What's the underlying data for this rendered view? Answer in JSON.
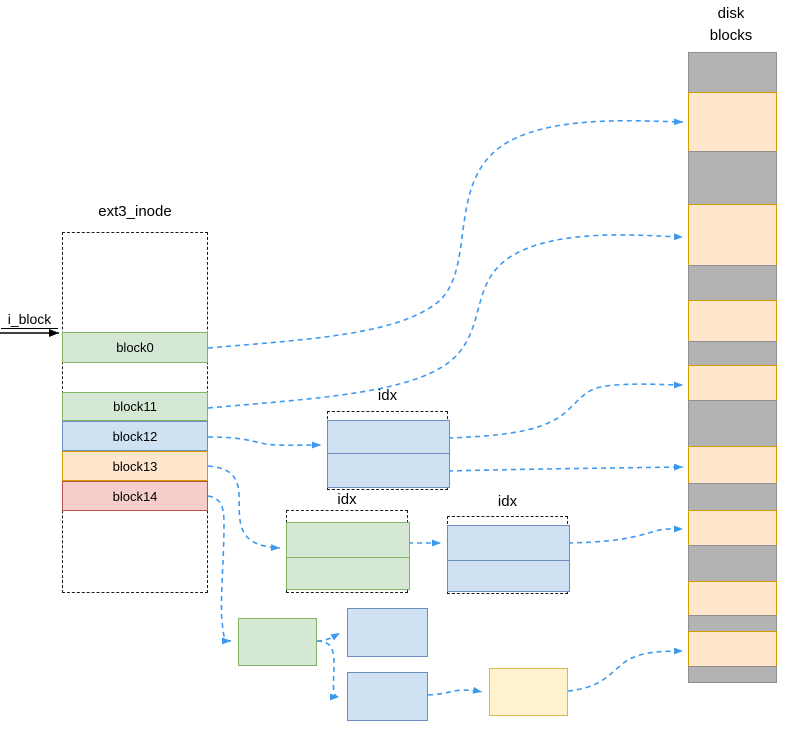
{
  "diagram": {
    "inode": {
      "title": "ext3_inode",
      "pointer_label": "i_block",
      "rows": [
        {
          "label": "block0",
          "color": "green"
        },
        {
          "label": "block11",
          "color": "green"
        },
        {
          "label": "block12",
          "color": "blue"
        },
        {
          "label": "block13",
          "color": "orange"
        },
        {
          "label": "block14",
          "color": "red"
        }
      ]
    },
    "indirect": {
      "single_label": "idx",
      "double1_label": "idx",
      "double2_label": "idx"
    },
    "disk": {
      "title_line1": "disk",
      "title_line2": "blocks",
      "blocks": [
        {
          "kind": "free",
          "h": 40
        },
        {
          "kind": "data",
          "h": 60
        },
        {
          "kind": "free",
          "h": 53
        },
        {
          "kind": "data",
          "h": 62
        },
        {
          "kind": "free",
          "h": 35
        },
        {
          "kind": "data",
          "h": 41
        },
        {
          "kind": "free",
          "h": 24
        },
        {
          "kind": "data",
          "h": 35
        },
        {
          "kind": "free",
          "h": 46
        },
        {
          "kind": "data",
          "h": 37
        },
        {
          "kind": "free",
          "h": 27
        },
        {
          "kind": "data",
          "h": 35
        },
        {
          "kind": "free",
          "h": 36
        },
        {
          "kind": "data",
          "h": 34
        },
        {
          "kind": "free",
          "h": 16
        },
        {
          "kind": "data",
          "h": 35
        },
        {
          "kind": "free",
          "h": 15
        }
      ]
    },
    "connections": [
      {
        "from": "i_block",
        "to": "ext3_inode.block0",
        "style": "solid-black"
      },
      {
        "from": "block0",
        "to": "disk-block-2",
        "style": "dashed-blue"
      },
      {
        "from": "block11",
        "to": "disk-block-4",
        "style": "dashed-blue"
      },
      {
        "from": "block12",
        "to": "idx-single",
        "style": "dashed-blue"
      },
      {
        "from": "idx-single",
        "to": "disk-block-8",
        "style": "dashed-blue"
      },
      {
        "from": "idx-single",
        "to": "disk-block-10",
        "style": "dashed-blue"
      },
      {
        "from": "block13",
        "to": "idx-double-1",
        "style": "dashed-blue"
      },
      {
        "from": "idx-double-1",
        "to": "idx-double-2",
        "style": "dashed-blue"
      },
      {
        "from": "idx-double-2",
        "to": "disk-block-12",
        "style": "dashed-blue"
      },
      {
        "from": "block14",
        "to": "triple-level1",
        "style": "dashed-blue"
      },
      {
        "from": "triple-level1",
        "to": "triple-level2a",
        "style": "dashed-blue"
      },
      {
        "from": "triple-level1",
        "to": "triple-level2b",
        "style": "dashed-blue"
      },
      {
        "from": "triple-level2b",
        "to": "triple-level3",
        "style": "dashed-blue"
      },
      {
        "from": "triple-level3",
        "to": "disk-block-16",
        "style": "dashed-blue"
      }
    ],
    "colors": {
      "green": "#d5e8d4",
      "greenBorder": "#82b366",
      "blue": "#cfe2f3",
      "blueBorder": "#6c8ebf",
      "orange": "#ffe6cc",
      "orangeBorder": "#d79b00",
      "red": "#f8cecc",
      "redBorder": "#b85450",
      "yellow": "#fff2cc",
      "yellowBorder": "#d6b656",
      "gray": "#b3b3b3",
      "grayBorder": "#8f8f8f",
      "arrow": "#3e99f0",
      "black": "#000000"
    }
  }
}
